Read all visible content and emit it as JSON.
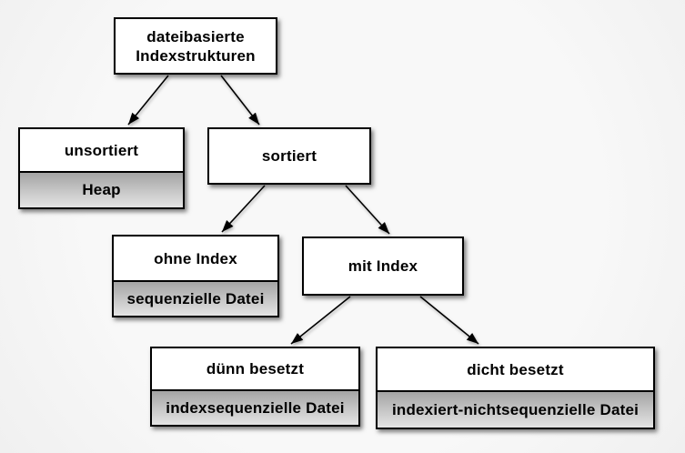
{
  "diagram": {
    "description": "tree-of-file-based-index-structures",
    "colors": {
      "background": "#f6f6f6",
      "node_fill": "#ffffff",
      "node_border": "#000000",
      "sub_gradient_top": "#a4a4a4",
      "sub_gradient_bottom": "#e4e4e4",
      "arrow": "#000000",
      "text": "#000000"
    }
  },
  "nodes": {
    "root": {
      "title": "dateibasierte\nIndexstrukturen"
    },
    "unsortiert": {
      "title": "unsortiert",
      "subtitle": "Heap"
    },
    "sortiert": {
      "title": "sortiert"
    },
    "ohne_index": {
      "title": "ohne Index",
      "subtitle": "sequenzielle Datei"
    },
    "mit_index": {
      "title": "mit Index"
    },
    "duenn_besetzt": {
      "title": "dünn besetzt",
      "subtitle": "indexsequenzielle Datei"
    },
    "dicht_besetzt": {
      "title": "dicht besetzt",
      "subtitle": "indexiert-nichtsequenzielle Datei"
    }
  },
  "edges": [
    {
      "from": "root",
      "to": "unsortiert"
    },
    {
      "from": "root",
      "to": "sortiert"
    },
    {
      "from": "sortiert",
      "to": "ohne_index"
    },
    {
      "from": "sortiert",
      "to": "mit_index"
    },
    {
      "from": "mit_index",
      "to": "duenn_besetzt"
    },
    {
      "from": "mit_index",
      "to": "dicht_besetzt"
    }
  ]
}
